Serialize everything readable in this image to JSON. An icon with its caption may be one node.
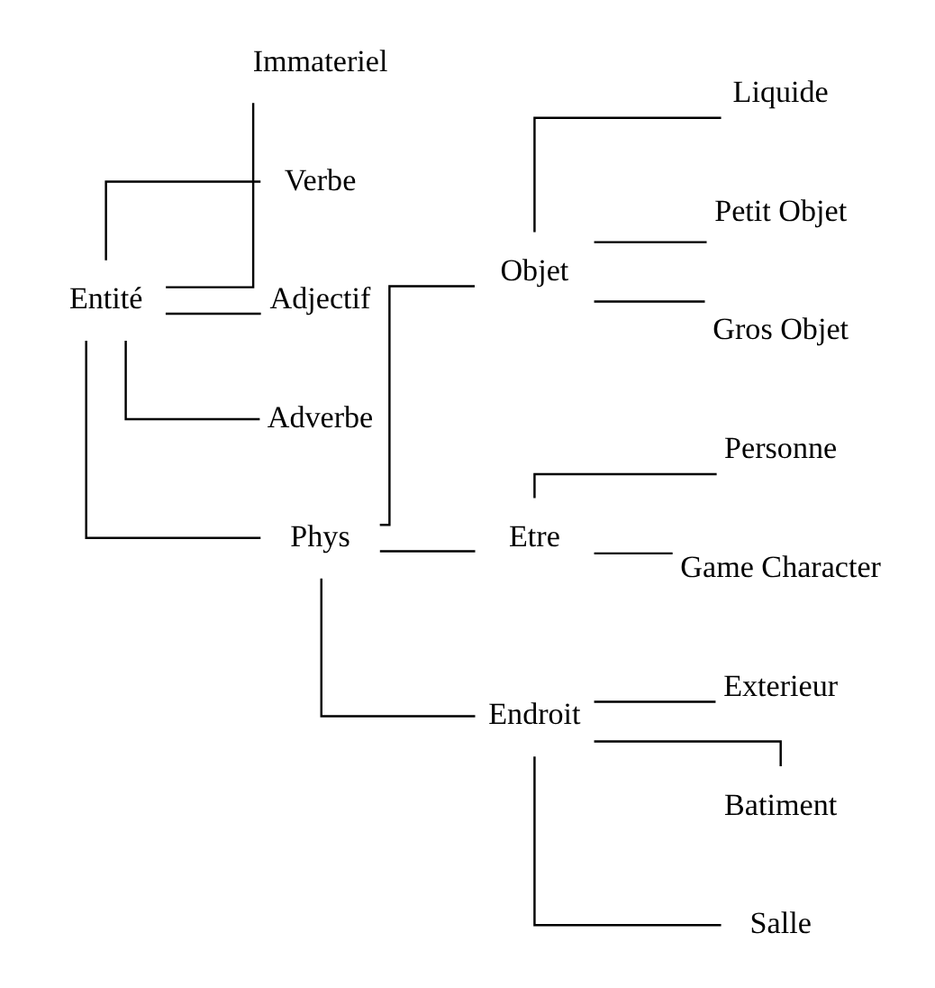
{
  "diagram": {
    "nodes": [
      {
        "text": [
          "Entité"
        ]
      },
      {
        "text": [
          "Immateriel"
        ]
      },
      {
        "text": [
          "Verbe"
        ]
      },
      {
        "text": [
          "Adjectif"
        ]
      },
      {
        "text": [
          "Adverbe"
        ]
      },
      {
        "text": [
          "Phys"
        ]
      },
      {
        "text": [
          "Objet"
        ]
      },
      {
        "text": [
          "Liquide"
        ]
      },
      {
        "text": [
          "Petit Objet"
        ]
      },
      {
        "text": [
          "Gros Objet"
        ]
      },
      {
        "text": [
          "Etre"
        ]
      },
      {
        "text": [
          "Personne"
        ]
      },
      {
        "text": [
          "Game Character"
        ]
      },
      {
        "text": [
          "Endroit"
        ]
      },
      {
        "text": [
          "Exterieur"
        ]
      },
      {
        "text": [
          "Batiment"
        ]
      },
      {
        "text": [
          "Salle"
        ]
      }
    ],
    "edges": [
      {
        "from": 0,
        "to": 1,
        "arrow": "none"
      },
      {
        "from": 0,
        "to": 2,
        "arrow": "none"
      },
      {
        "from": 0,
        "to": 3,
        "arrow": "none"
      },
      {
        "from": 0,
        "to": 4,
        "arrow": "none"
      },
      {
        "from": 0,
        "to": 5,
        "arrow": "none"
      },
      {
        "from": 5,
        "to": 6,
        "arrow": "none"
      },
      {
        "from": 5,
        "to": 10,
        "arrow": "none"
      },
      {
        "from": 5,
        "to": 13,
        "arrow": "none"
      },
      {
        "from": 6,
        "to": 7,
        "arrow": "none"
      },
      {
        "from": 6,
        "to": 8,
        "arrow": "none"
      },
      {
        "from": 6,
        "to": 9,
        "arrow": "none"
      },
      {
        "from": 10,
        "to": 11,
        "arrow": "none"
      },
      {
        "from": 10,
        "to": 12,
        "arrow": "none"
      },
      {
        "from": 13,
        "to": 14,
        "arrow": "none"
      },
      {
        "from": 13,
        "to": 15,
        "arrow": "none"
      },
      {
        "from": 13,
        "to": 16,
        "arrow": "none"
      }
    ]
  }
}
